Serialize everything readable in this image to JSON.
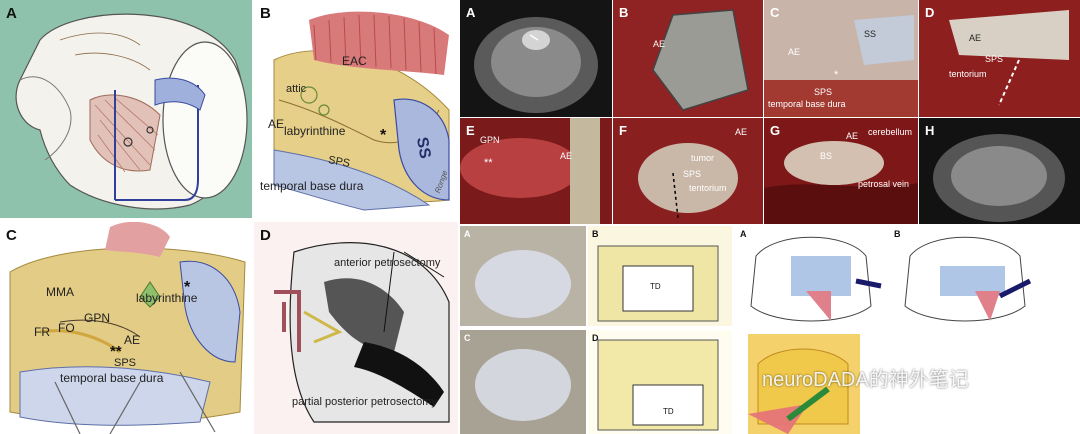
{
  "panel_A": {
    "label": "A",
    "bg": "#8fc2ad"
  },
  "panel_B": {
    "label": "B",
    "eac": "EAC",
    "attic": "attic",
    "ae": "AE",
    "labyrinthine": "labyrinthine",
    "star": "*",
    "ss": "SS",
    "sps": "SPS",
    "temporal_base_dura": "temporal base dura",
    "signature": "Ronge"
  },
  "panel_C": {
    "label": "C",
    "mma": "MMA",
    "fr": "FR",
    "fo": "FO",
    "gpn": "GPN",
    "labyrinthine": "labyrinthine",
    "ae": "AE",
    "star": "*",
    "double_star": "**",
    "sps": "SPS",
    "temporal_base_dura": "temporal base dura"
  },
  "panel_D": {
    "label": "D",
    "anterior": "anterior petrosectomy",
    "posterior": "partial posterior petrosectomy"
  },
  "mri_and_surgery": {
    "A": {
      "label": "A"
    },
    "B": {
      "label": "B",
      "ae": "AE"
    },
    "C": {
      "label": "C",
      "ss": "SS",
      "ae": "AE",
      "star": "*",
      "sps": "SPS",
      "dura": "temporal base dura"
    },
    "D": {
      "label": "D",
      "ae": "AE",
      "sps": "SPS",
      "tentorium": "tentorium"
    },
    "E": {
      "label": "E",
      "gpn": "GPN",
      "double_star": "**",
      "ae": "AE"
    },
    "F": {
      "label": "F",
      "ae": "AE",
      "tumor": "tumor",
      "sps": "SPS",
      "tentorium": "tentorium"
    },
    "G": {
      "label": "G",
      "ae": "AE",
      "cerebellum": "cerebellum",
      "bs": "BS",
      "petrosal_vein": "petrosal vein"
    },
    "H": {
      "label": "H"
    }
  },
  "cadaver": {
    "A": "A",
    "B": "B",
    "C": "C",
    "D": "D",
    "td": "TD",
    "td2": "TD"
  },
  "skull_schematic": {
    "A": "A",
    "B": "B"
  },
  "watermark": "neuroDADA的神外笔记",
  "colors": {
    "green_bg": "#8fc2ad",
    "tissue_red": "#9a2a2a",
    "dura_blue": "#b7c4e0",
    "bone_yellow": "#e8d28a",
    "muscle_pink": "#d98d8d"
  }
}
